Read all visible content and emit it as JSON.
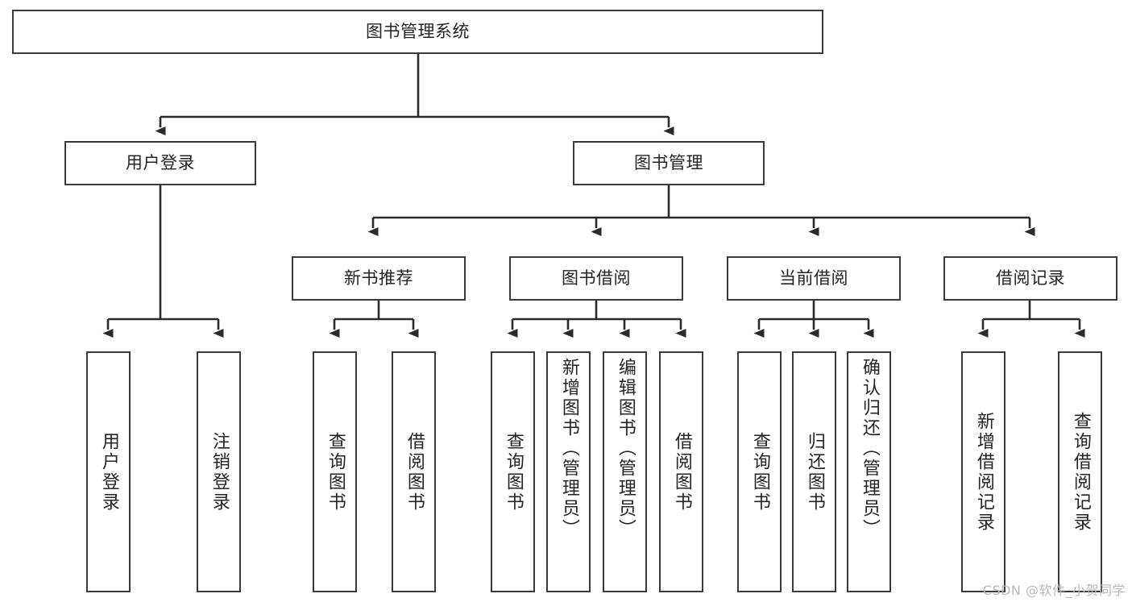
{
  "diagram": {
    "title": "图书管理系统",
    "type": "tree-hierarchy",
    "watermark": "CSDN @软件_小贺同学",
    "colors": {
      "box_border": "#3b3b3b",
      "box_fill": "#ffffff",
      "connector": "#2b2b2b",
      "text": "#242424",
      "background": "#ffffff",
      "watermark": "#b8b8b8"
    },
    "root": {
      "label": "图书管理系统"
    },
    "level2": [
      {
        "label": "用户登录"
      },
      {
        "label": "图书管理"
      }
    ],
    "level3": [
      {
        "label": "新书推荐"
      },
      {
        "label": "图书借阅"
      },
      {
        "label": "当前借阅"
      },
      {
        "label": "借阅记录"
      }
    ],
    "leaves": {
      "user_login": [
        {
          "label": "用户登录"
        },
        {
          "label": "注销登录"
        }
      ],
      "new_book": [
        {
          "label": "查询图书"
        },
        {
          "label": "借阅图书"
        }
      ],
      "book_borrow": [
        {
          "label": "查询图书"
        },
        {
          "label": "新增图书（管理员）"
        },
        {
          "label": "编辑图书（管理员）"
        },
        {
          "label": "借阅图书"
        }
      ],
      "current_borrow": [
        {
          "label": "查询图书"
        },
        {
          "label": "归还图书"
        },
        {
          "label": "确认归还（管理员）"
        }
      ],
      "borrow_record": [
        {
          "label": "新增借阅记录"
        },
        {
          "label": "查询借阅记录"
        }
      ]
    }
  }
}
